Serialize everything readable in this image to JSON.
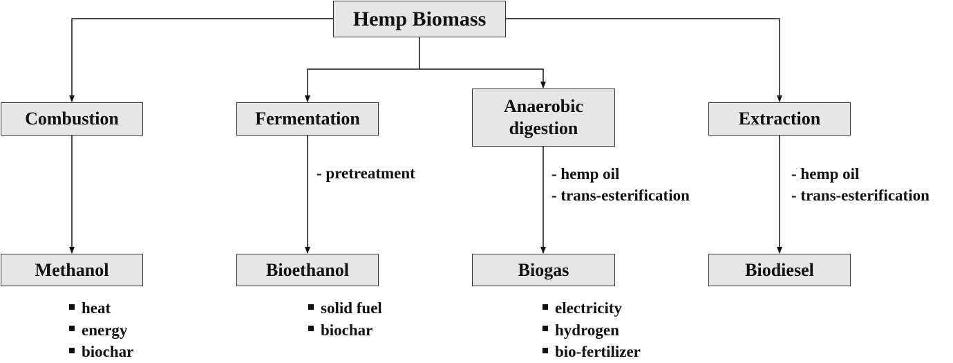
{
  "root": {
    "label": "Hemp Biomass"
  },
  "processes": [
    {
      "label": "Combustion"
    },
    {
      "label": "Fermentation"
    },
    {
      "label": "Anaerobic\ndigestion"
    },
    {
      "label": "Extraction"
    }
  ],
  "notes": [
    {
      "lines": [
        "-  pretreatment"
      ]
    },
    {
      "lines": [
        "-  hemp oil",
        "-  trans-esterification"
      ]
    },
    {
      "lines": [
        "-  hemp oil",
        "-  trans-esterification"
      ]
    }
  ],
  "products": [
    {
      "label": "Methanol",
      "uses": [
        "heat",
        "energy",
        "biochar"
      ]
    },
    {
      "label": "Bioethanol",
      "uses": [
        "solid fuel",
        "biochar"
      ]
    },
    {
      "label": "Biogas",
      "uses": [
        "electricity",
        "hydrogen",
        "bio-fertilizer"
      ]
    },
    {
      "label": "Biodiesel",
      "uses": []
    }
  ],
  "colors": {
    "box_fill": "#e6e6e6",
    "box_border": "#333333",
    "line": "#111111"
  }
}
